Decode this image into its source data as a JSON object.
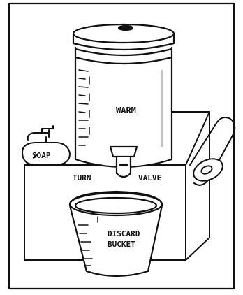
{
  "labels": {
    "warm": "WARM",
    "soap": "SOAP",
    "turn": "TURN",
    "valve": "VALVE",
    "discard_line1": "DISCARD",
    "discard_line2": "BUCKET"
  },
  "colors": {
    "ink": "#111111",
    "paper": "#ffffff"
  }
}
